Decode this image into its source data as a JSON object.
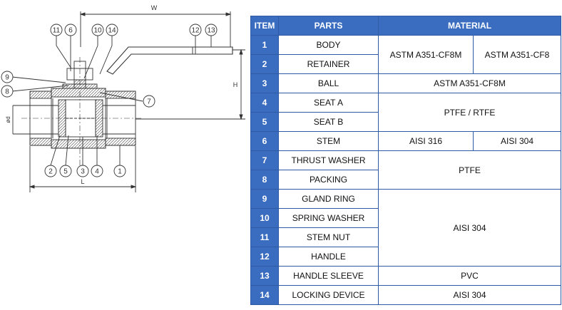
{
  "drawing": {
    "dim_w": "W",
    "dim_h": "H",
    "dim_l": "L",
    "dim_d": "ød",
    "callouts": [
      "11",
      "6",
      "10",
      "14",
      "12",
      "13",
      "9",
      "8",
      "7",
      "2",
      "5",
      "3",
      "4",
      "1"
    ]
  },
  "table": {
    "headers": {
      "item": "ITEM",
      "parts": "PARTS",
      "material": "MATERIAL"
    },
    "rows": [
      {
        "item": "1",
        "part": "BODY"
      },
      {
        "item": "2",
        "part": "RETAINER"
      },
      {
        "item": "3",
        "part": "BALL"
      },
      {
        "item": "4",
        "part": "SEAT A"
      },
      {
        "item": "5",
        "part": "SEAT B"
      },
      {
        "item": "6",
        "part": "STEM"
      },
      {
        "item": "7",
        "part": "THRUST WASHER"
      },
      {
        "item": "8",
        "part": "PACKING"
      },
      {
        "item": "9",
        "part": "GLAND RING"
      },
      {
        "item": "10",
        "part": "SPRING WASHER"
      },
      {
        "item": "11",
        "part": "STEM NUT"
      },
      {
        "item": "12",
        "part": "HANDLE"
      },
      {
        "item": "13",
        "part": "HANDLE SLEEVE"
      },
      {
        "item": "14",
        "part": "LOCKING DEVICE"
      }
    ],
    "materials": {
      "body_retainer_a": "ASTM A351-CF8M",
      "body_retainer_b": "ASTM A351-CF8",
      "ball": "ASTM A351-CF8M",
      "seats": "PTFE / RTFE",
      "stem_a": "AISI 316",
      "stem_b": "AISI 304",
      "washer_packing": "PTFE",
      "gland_to_handle": "AISI 304",
      "handle_sleeve": "PVC",
      "locking_device": "AISI 304"
    }
  }
}
